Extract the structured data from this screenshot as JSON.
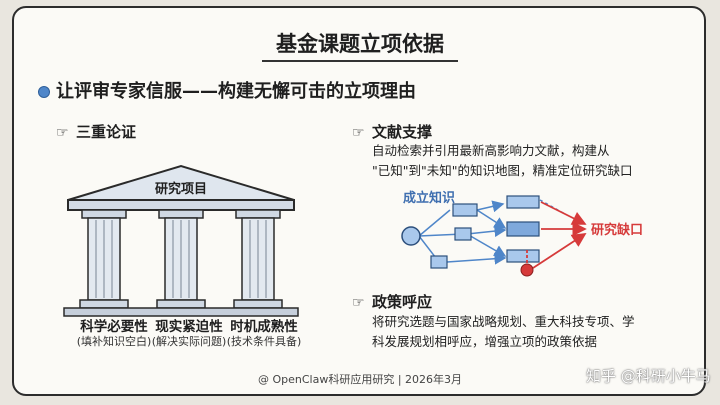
{
  "title": "基金课题立项依据",
  "bullet": "让评审专家信服——构建无懈可击的立项理由",
  "left_section": {
    "heading": "三重论证",
    "roof_label": "研究项目",
    "pillars": [
      {
        "label": "科学必要性",
        "sub": "(填补知识空白)"
      },
      {
        "label": "现实紧迫性",
        "sub": "(解决实际问题)"
      },
      {
        "label": "时机成熟性",
        "sub": "(技术条件具备)"
      }
    ]
  },
  "right_top": {
    "heading": "文献支撑",
    "lines": [
      "自动检索并引用最新高影响力文献，构建从",
      "\"已知\"到\"未知\"的知识地图，精准定位研究缺口"
    ],
    "known_label": "成立知识",
    "gap_label": "研究缺口"
  },
  "right_bottom": {
    "heading": "政策呼应",
    "lines": [
      "将研究选题与国家战略规划、重大科技专项、学",
      "科发展规划相呼应，增强立项的政策依据"
    ]
  },
  "footer": "@ OpenClaw科研应用研究 | 2026年3月",
  "watermark": "知乎 @科研小牛马",
  "colors": {
    "accent_blue": "#4f86c9",
    "gap_red": "#d63a3a",
    "node_fill": "#a9c8ec"
  }
}
